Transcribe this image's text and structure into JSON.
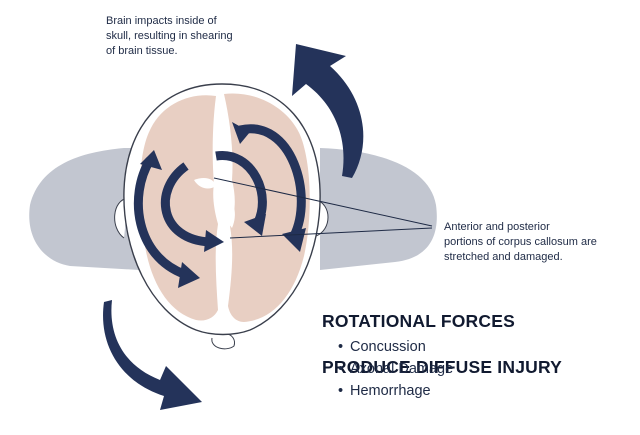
{
  "annotations": {
    "skull_impact": "Brain impacts inside of\nskull, resulting in shearing\nof brain tissue.",
    "corpus_callosum": "Anterior and posterior\nportions of corpus callosum are\nstretched and damaged."
  },
  "headline": {
    "line1": "ROTATIONAL FORCES",
    "line2": "PRODUCE DIFFUSE INJURY"
  },
  "injuries": [
    "Concussion",
    "Axonal Damage",
    "Hemorrhage"
  ],
  "colors": {
    "arrow": "#24335a",
    "brain": "#e8cfc3",
    "shoulders": "#c2c6d0",
    "outline": "#3a3f4c",
    "text": "#1e2a45"
  },
  "icons": {
    "rotation_arrow": "curved-arrow-icon",
    "bullet": "•"
  }
}
